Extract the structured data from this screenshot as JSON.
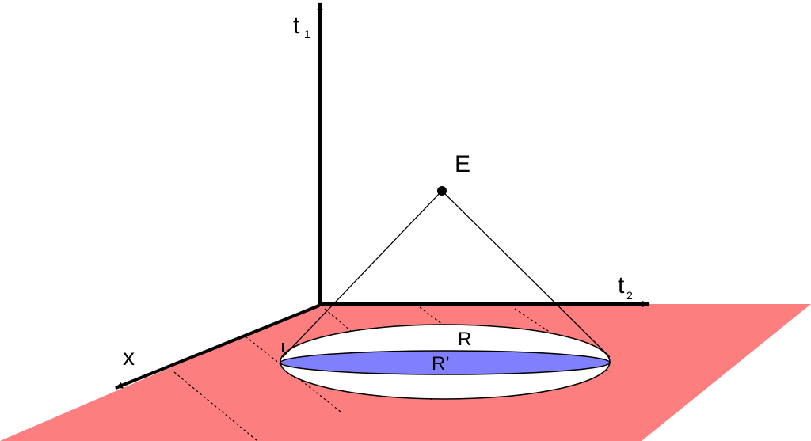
{
  "colors": {
    "plane": "#fd7e7e",
    "ellipse_outer": "#ffffff",
    "ellipse_inner": "#8080ff",
    "ink": "#000000"
  },
  "labels": {
    "axis_t1_base": "t",
    "axis_t1_sub": "1",
    "axis_t2_base": "t",
    "axis_t2_sub": "2",
    "axis_x": "x",
    "event": "E",
    "region_outer": "R",
    "region_inner": "R’"
  }
}
